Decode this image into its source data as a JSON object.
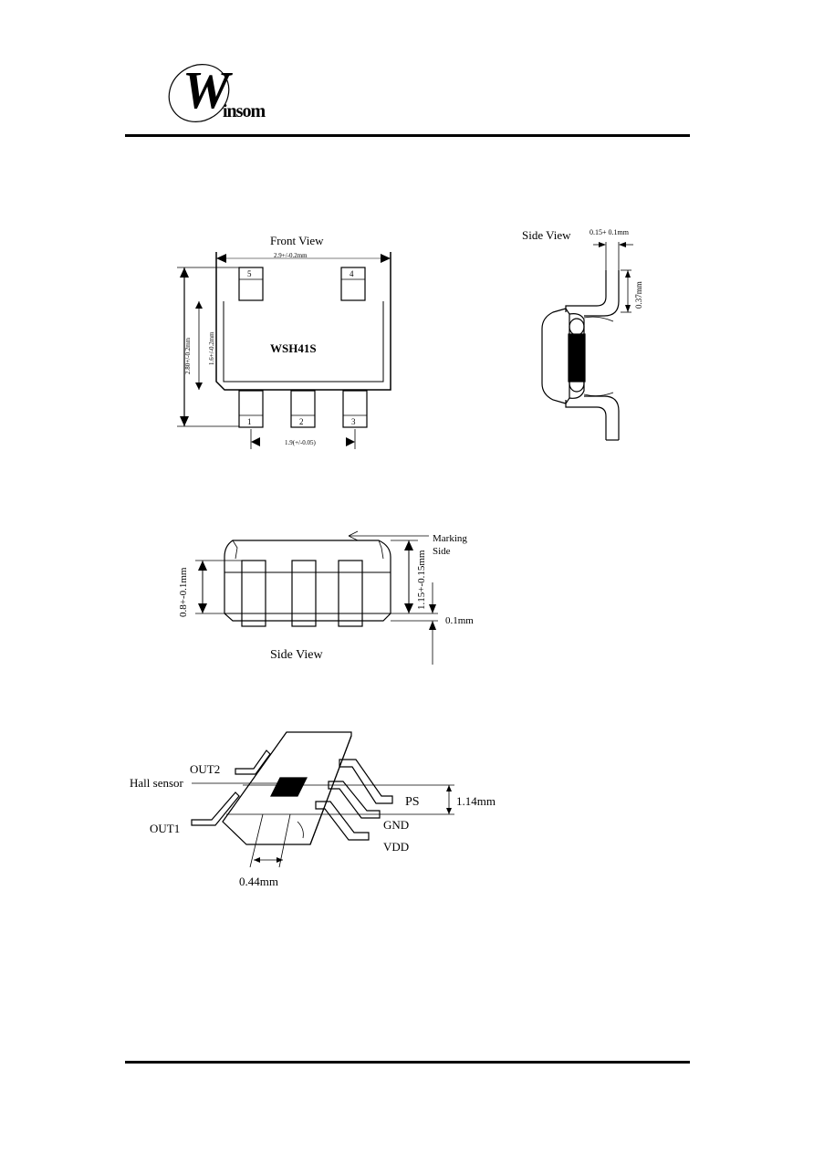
{
  "logo": {
    "letter": "W",
    "rest": "insom"
  },
  "front_view": {
    "title": "Front View",
    "width_dim": "2.9+/-0.2mm",
    "height_dim": "2.80+/-0.2mm",
    "body_dim": "1.6+/-0.2mm",
    "pitch_dim": "1.9(+/-0.05)",
    "part_marking": "WSH41S",
    "pins_top": [
      "5",
      "4"
    ],
    "pins_bottom": [
      "1",
      "2",
      "3"
    ]
  },
  "side_view_right": {
    "title": "Side View",
    "lead_dim": "0.15+ 0.1mm",
    "height_dim": "0.37mm"
  },
  "side_view_bottom": {
    "title": "Side View",
    "marking_label_1": "Marking",
    "marking_label_2": "Side",
    "left_dim": "0.8+-0.1mm",
    "right_dim": "1.15+-0.15mm",
    "standoff_dim": "0.1mm"
  },
  "pinout": {
    "out2": "OUT2",
    "hall_sensor": "Hall sensor",
    "out1": "OUT1",
    "ps": "PS",
    "gnd": "GND",
    "vdd": "VDD",
    "depth_dim": "1.14mm",
    "offset_dim": "0.44mm"
  }
}
